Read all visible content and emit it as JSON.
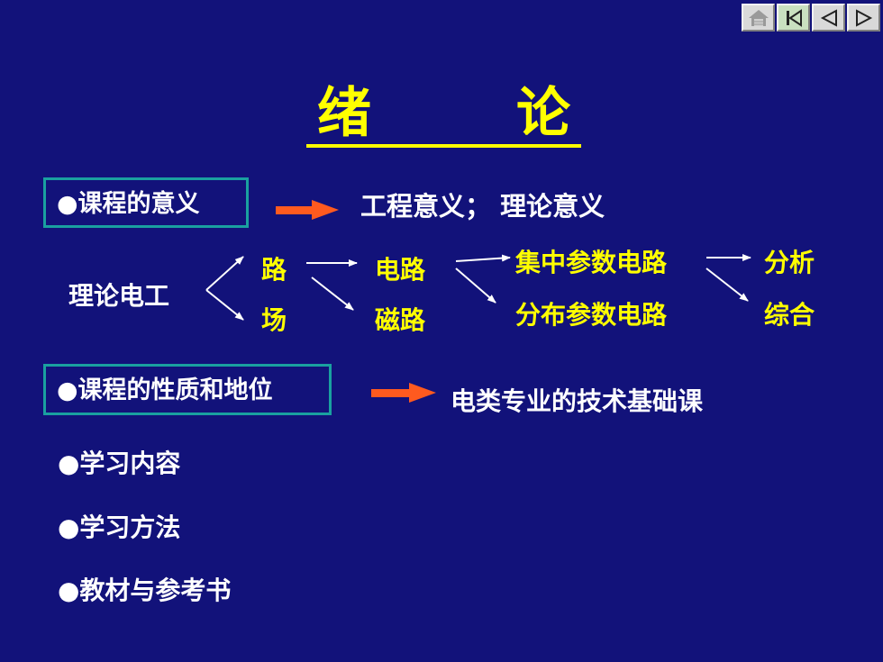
{
  "nav": {
    "buttons": [
      "home-icon",
      "first-slide-icon",
      "previous-slide-icon",
      "next-slide-icon"
    ]
  },
  "title": {
    "char1": "绪",
    "char2": "论"
  },
  "section1": {
    "label": "●课程的意义",
    "result": "工程意义； 理论意义"
  },
  "diagram": {
    "root": "理论电工",
    "lu": "路",
    "chang": "场",
    "dianlu": "电路",
    "cilu": "磁路",
    "jizhong": "集中参数电路",
    "fenbu": "分布参数电路",
    "fenxi": "分析",
    "zonghe": "综合"
  },
  "section2": {
    "label": "●课程的性质和地位",
    "result": "电类专业的技术基础课"
  },
  "bullets": [
    "●学习内容",
    "●学习方法",
    "●教材与参考书"
  ],
  "colors": {
    "background": "#12127a",
    "yellow": "#ffff00",
    "orange_arrow": "#ff5a1f",
    "box_border": "#1aa0a0"
  }
}
